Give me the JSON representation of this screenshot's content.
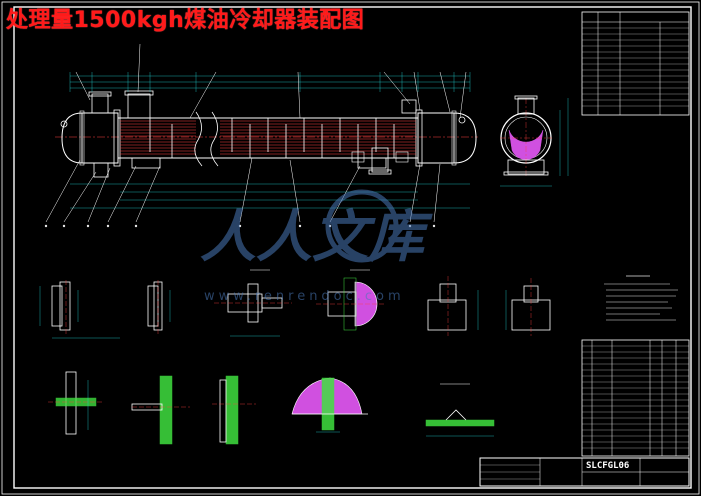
{
  "title": "处理量1500kgh煤油冷却器装配图",
  "watermark": {
    "cn": "人人文库",
    "url": "www.renrendoc.com"
  },
  "title_block": {
    "code": "SLCFGL06"
  },
  "colors": {
    "background": "#000000",
    "title": "#ff1a1a",
    "frame": "#ffffff",
    "tubes": "#ff4040",
    "centerline": "#ff4040",
    "dimension": "#22d3d3",
    "section_fill": "#d050e0",
    "hatch": "#40e040",
    "annotation": "#ffff40",
    "watermark": "#4a78b8"
  }
}
